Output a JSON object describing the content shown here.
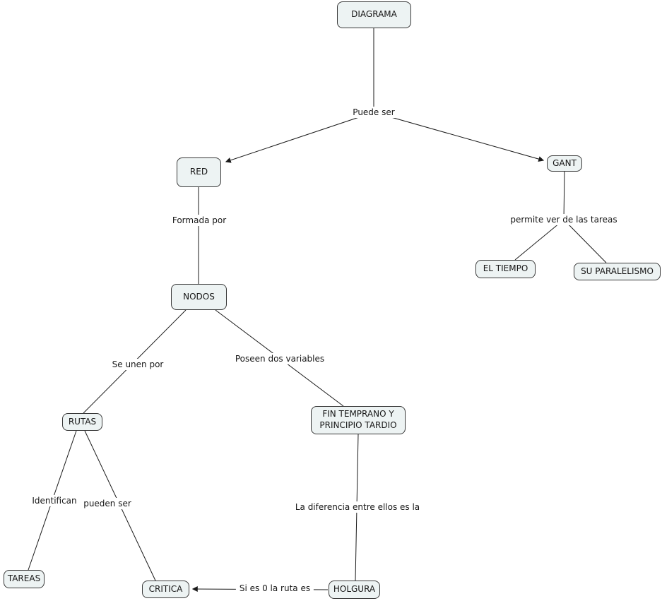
{
  "diagram": {
    "nodes": {
      "diagrama": "DIAGRAMA",
      "red": "RED",
      "gant": "GANT",
      "nodos": "NODOS",
      "el_tiempo": "EL TIEMPO",
      "su_paralelismo": "SU PARALELISMO",
      "rutas": "RUTAS",
      "fin_temprano": "FIN TEMPRANO Y PRINCIPIO TARDIO",
      "tareas": "TAREAS",
      "critica": "CRITICA",
      "holgura": "HOLGURA"
    },
    "edge_labels": {
      "puede_ser": "Puede ser",
      "formada_por": "Formada por",
      "permite_ver": "permite ver de las tareas",
      "se_unen_por": "Se unen por",
      "poseen_dos_variables": "Poseen dos variables",
      "identifican": "Identifican",
      "pueden_ser": "pueden ser",
      "la_diferencia": "La diferencia entre ellos es la",
      "si_es_cero": "Si es 0 la ruta es"
    },
    "edges": [
      {
        "from": "diagrama",
        "to": "red",
        "label": "puede_ser",
        "arrowhead": true
      },
      {
        "from": "diagrama",
        "to": "gant",
        "label": "puede_ser",
        "arrowhead": true
      },
      {
        "from": "red",
        "to": "nodos",
        "label": "formada_por",
        "arrowhead": false
      },
      {
        "from": "gant",
        "to": "el_tiempo",
        "label": "permite_ver",
        "arrowhead": false
      },
      {
        "from": "gant",
        "to": "su_paralelismo",
        "label": "permite_ver",
        "arrowhead": false
      },
      {
        "from": "nodos",
        "to": "rutas",
        "label": "se_unen_por",
        "arrowhead": false
      },
      {
        "from": "nodos",
        "to": "fin_temprano",
        "label": "poseen_dos_variables",
        "arrowhead": false
      },
      {
        "from": "rutas",
        "to": "tareas",
        "label": "identifican",
        "arrowhead": false
      },
      {
        "from": "rutas",
        "to": "critica",
        "label": "pueden_ser",
        "arrowhead": false
      },
      {
        "from": "fin_temprano",
        "to": "holgura",
        "label": "la_diferencia",
        "arrowhead": false
      },
      {
        "from": "holgura",
        "to": "critica",
        "label": "si_es_cero",
        "arrowhead": true
      }
    ],
    "colors": {
      "node_fill": "#edf3f3",
      "node_border": "#383838",
      "line": "#1a1a1a",
      "background": "#ffffff"
    }
  }
}
